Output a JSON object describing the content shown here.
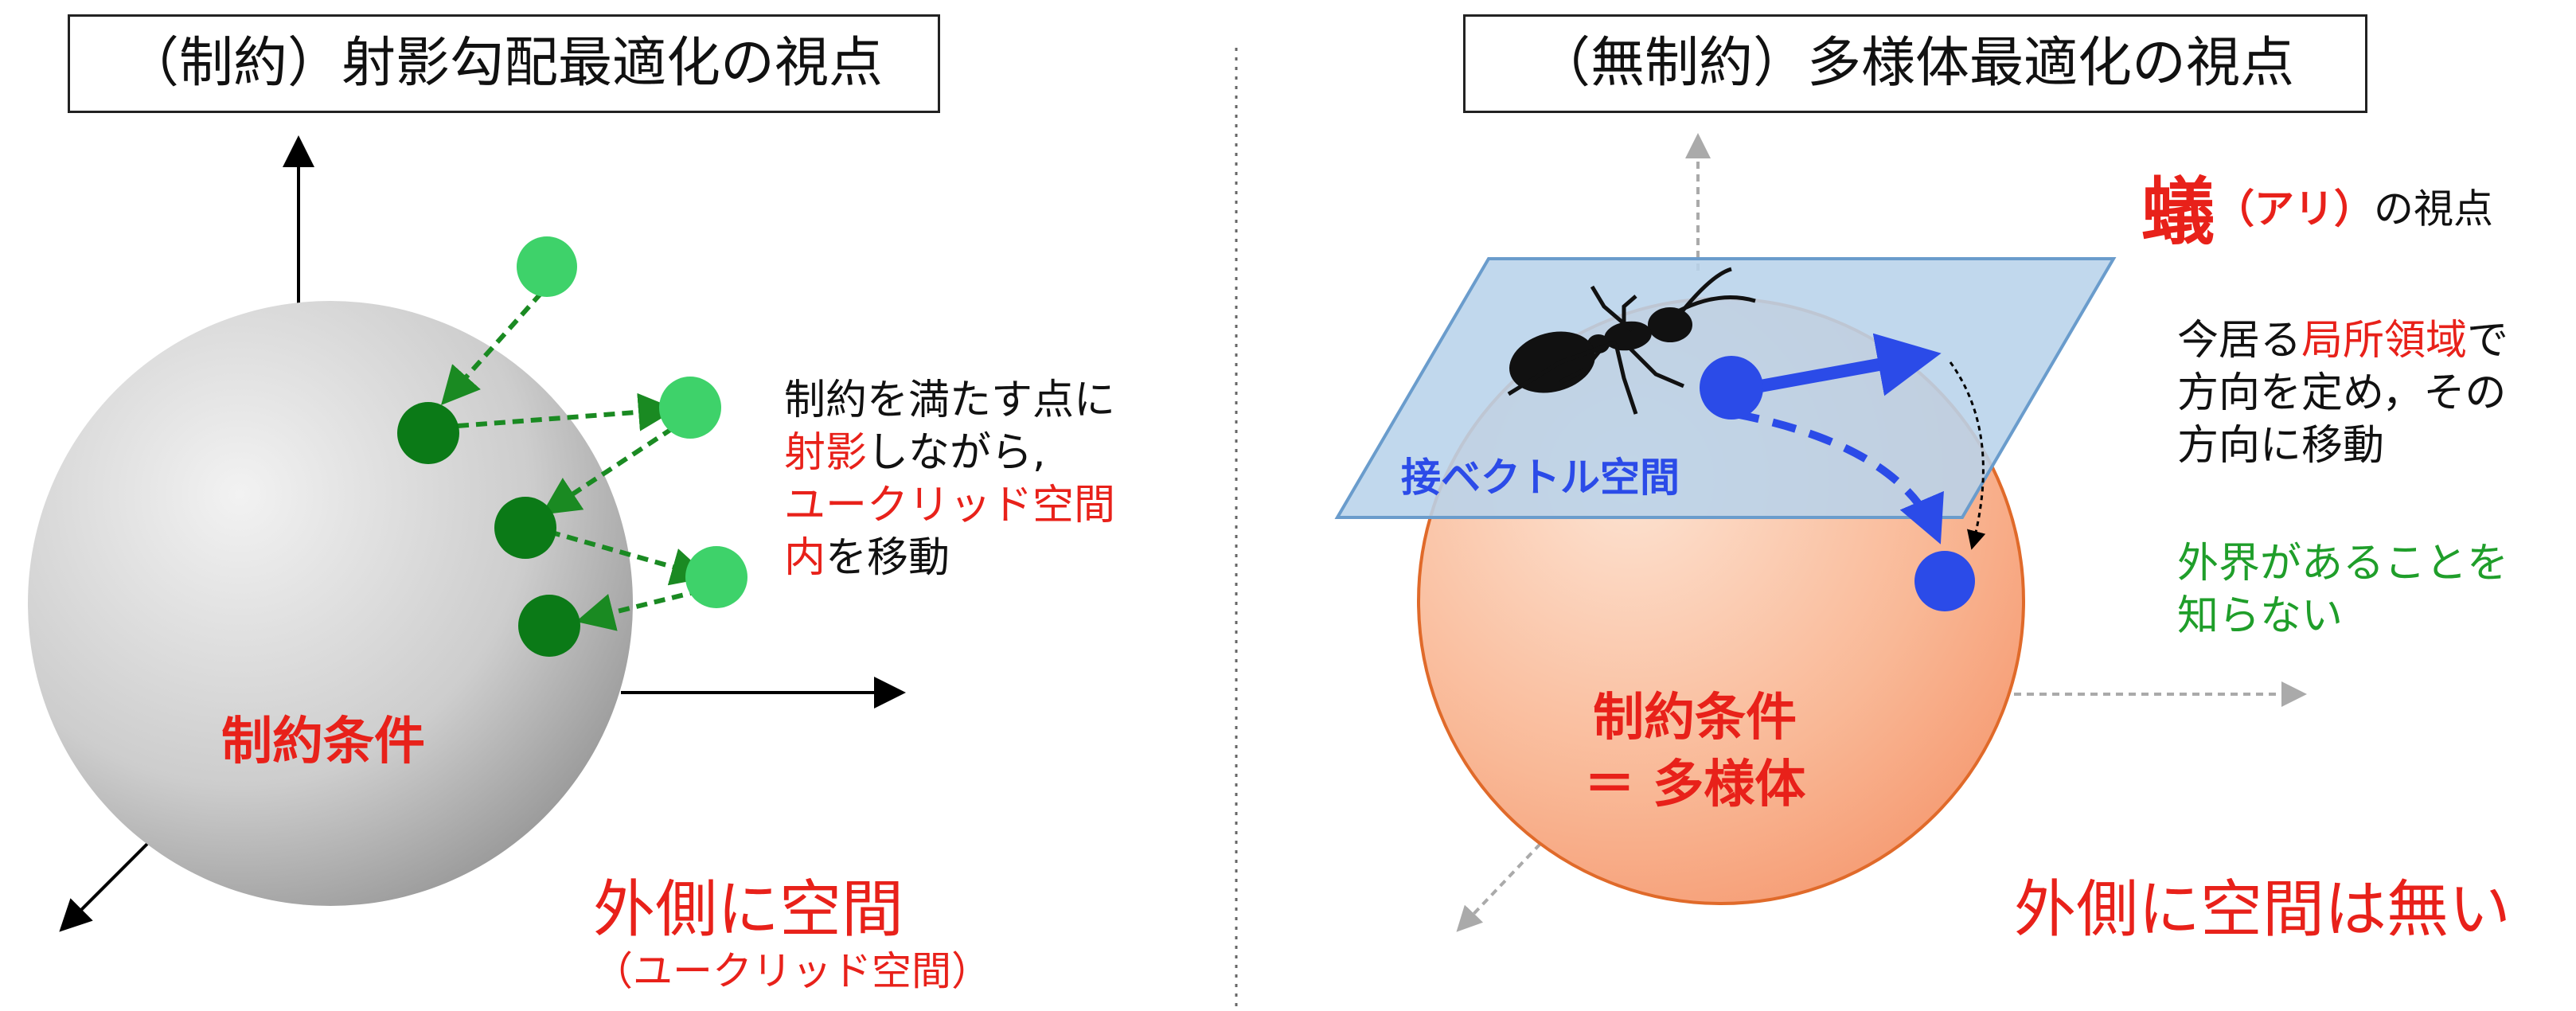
{
  "colors": {
    "constraint_red": "#e8211a",
    "point_light": "#3ed26a",
    "point_dark": "#0b7a17",
    "arrow_green": "#1a8a22",
    "manifold_blue": "#2b4be8",
    "tangent_fill": "#b8d3ea",
    "tangent_edge": "#6a9ccc",
    "sphere_gray": "#cfcfcf",
    "sphere_orange": "#f7a27a",
    "knowledge_green": "#1f9e2a"
  },
  "left": {
    "title": "（制約）射影勾配最適化の視点",
    "sphere_label": "制約条件",
    "description": {
      "line1": "制約を満たす点に",
      "line2_red": "射影",
      "line2_rest": "しながら,",
      "line3_red": "ユークリッド空間",
      "line4_red": "内",
      "line4_rest": "を移動"
    },
    "outside_main": "外側に空間",
    "outside_sub": "（ユークリッド空間）"
  },
  "right": {
    "title": "（無制約）多様体最適化の視点",
    "ant_kanji": "蟻",
    "ant_reading": "（アリ）",
    "ant_suffix": "の視点",
    "tangent_label": "接ベクトル空間",
    "desc": {
      "line1_a": "今居る",
      "line1_red": "局所領域",
      "line1_b": "で",
      "line2": "方向を定め，その",
      "line3": "方向に移動"
    },
    "knowledge": {
      "line1": "外界があることを",
      "line2": "知らない"
    },
    "sphere_label_line1": "制約条件",
    "sphere_label_line2": "＝ 多様体",
    "outside": "外側に空間は無い"
  }
}
